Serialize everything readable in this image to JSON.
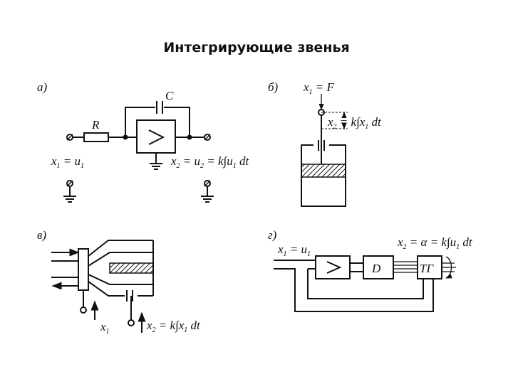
{
  "title": "Интегрирующие звенья",
  "panels": {
    "a": {
      "tag": "а)",
      "resistor": "R",
      "capacitor": "C",
      "input": {
        "var": "x",
        "sub": "1",
        "eq": " = u",
        "eqsub": "1"
      },
      "output": {
        "var": "x",
        "sub": "2",
        "eq": " = u",
        "eqsub": "2",
        "tail": " = k∫u",
        "tailsub": "1",
        "end": " dt"
      }
    },
    "b": {
      "tag": "б)",
      "input": {
        "var": "x",
        "sub": "1",
        "eq": " = F"
      },
      "output": {
        "var": "x",
        "sub": "2",
        "eq": " = k∫x",
        "eqsub": "1",
        "end": " dt"
      }
    },
    "v": {
      "tag": "в)",
      "input": {
        "var": "x",
        "sub": "1"
      },
      "output": {
        "var": "x",
        "sub": "2",
        "eq": " = k∫x",
        "eqsub": "1",
        "end": " dt"
      }
    },
    "g": {
      "tag": "г)",
      "input": {
        "var": "x",
        "sub": "1",
        "eq": " = u",
        "eqsub": "1"
      },
      "output": {
        "var": "x",
        "sub": "2",
        "eq": " = α = k∫u",
        "eqsub": "1",
        "end": " dt"
      },
      "block_d": "D",
      "block_tg": "ТГ"
    }
  }
}
